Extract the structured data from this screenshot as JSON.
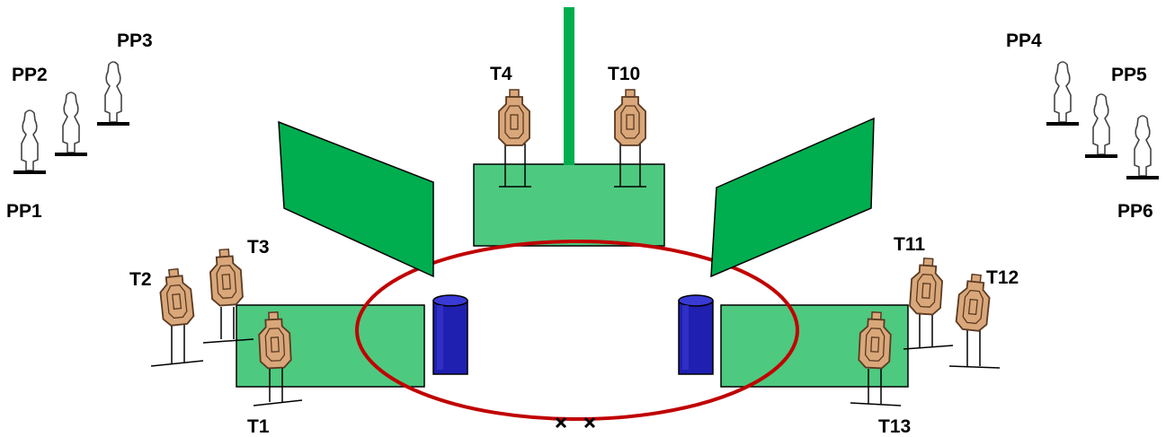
{
  "labels": {
    "pp1": "PP1",
    "pp2": "PP2",
    "pp3": "PP3",
    "pp4": "PP4",
    "pp5": "PP5",
    "pp6": "PP6",
    "t1": "T1",
    "t2": "T2",
    "t3": "T3",
    "t4": "T4",
    "t10": "T10",
    "t11": "T11",
    "t12": "T12",
    "t13": "T13"
  },
  "colors": {
    "wall": "#00ad4f",
    "table": "#2fbf6a",
    "circle": "#c00000",
    "barrel": "#1f1fb0",
    "target_fill": "#d9a77a",
    "target_edge": "#5a3a22",
    "popper_fill": "#ffffff",
    "popper_edge": "#444444"
  },
  "icons": {
    "start_marks": "x-marks",
    "target": "cardboard-target-icon",
    "popper": "pepper-popper-icon",
    "barrel": "barrel-icon"
  }
}
